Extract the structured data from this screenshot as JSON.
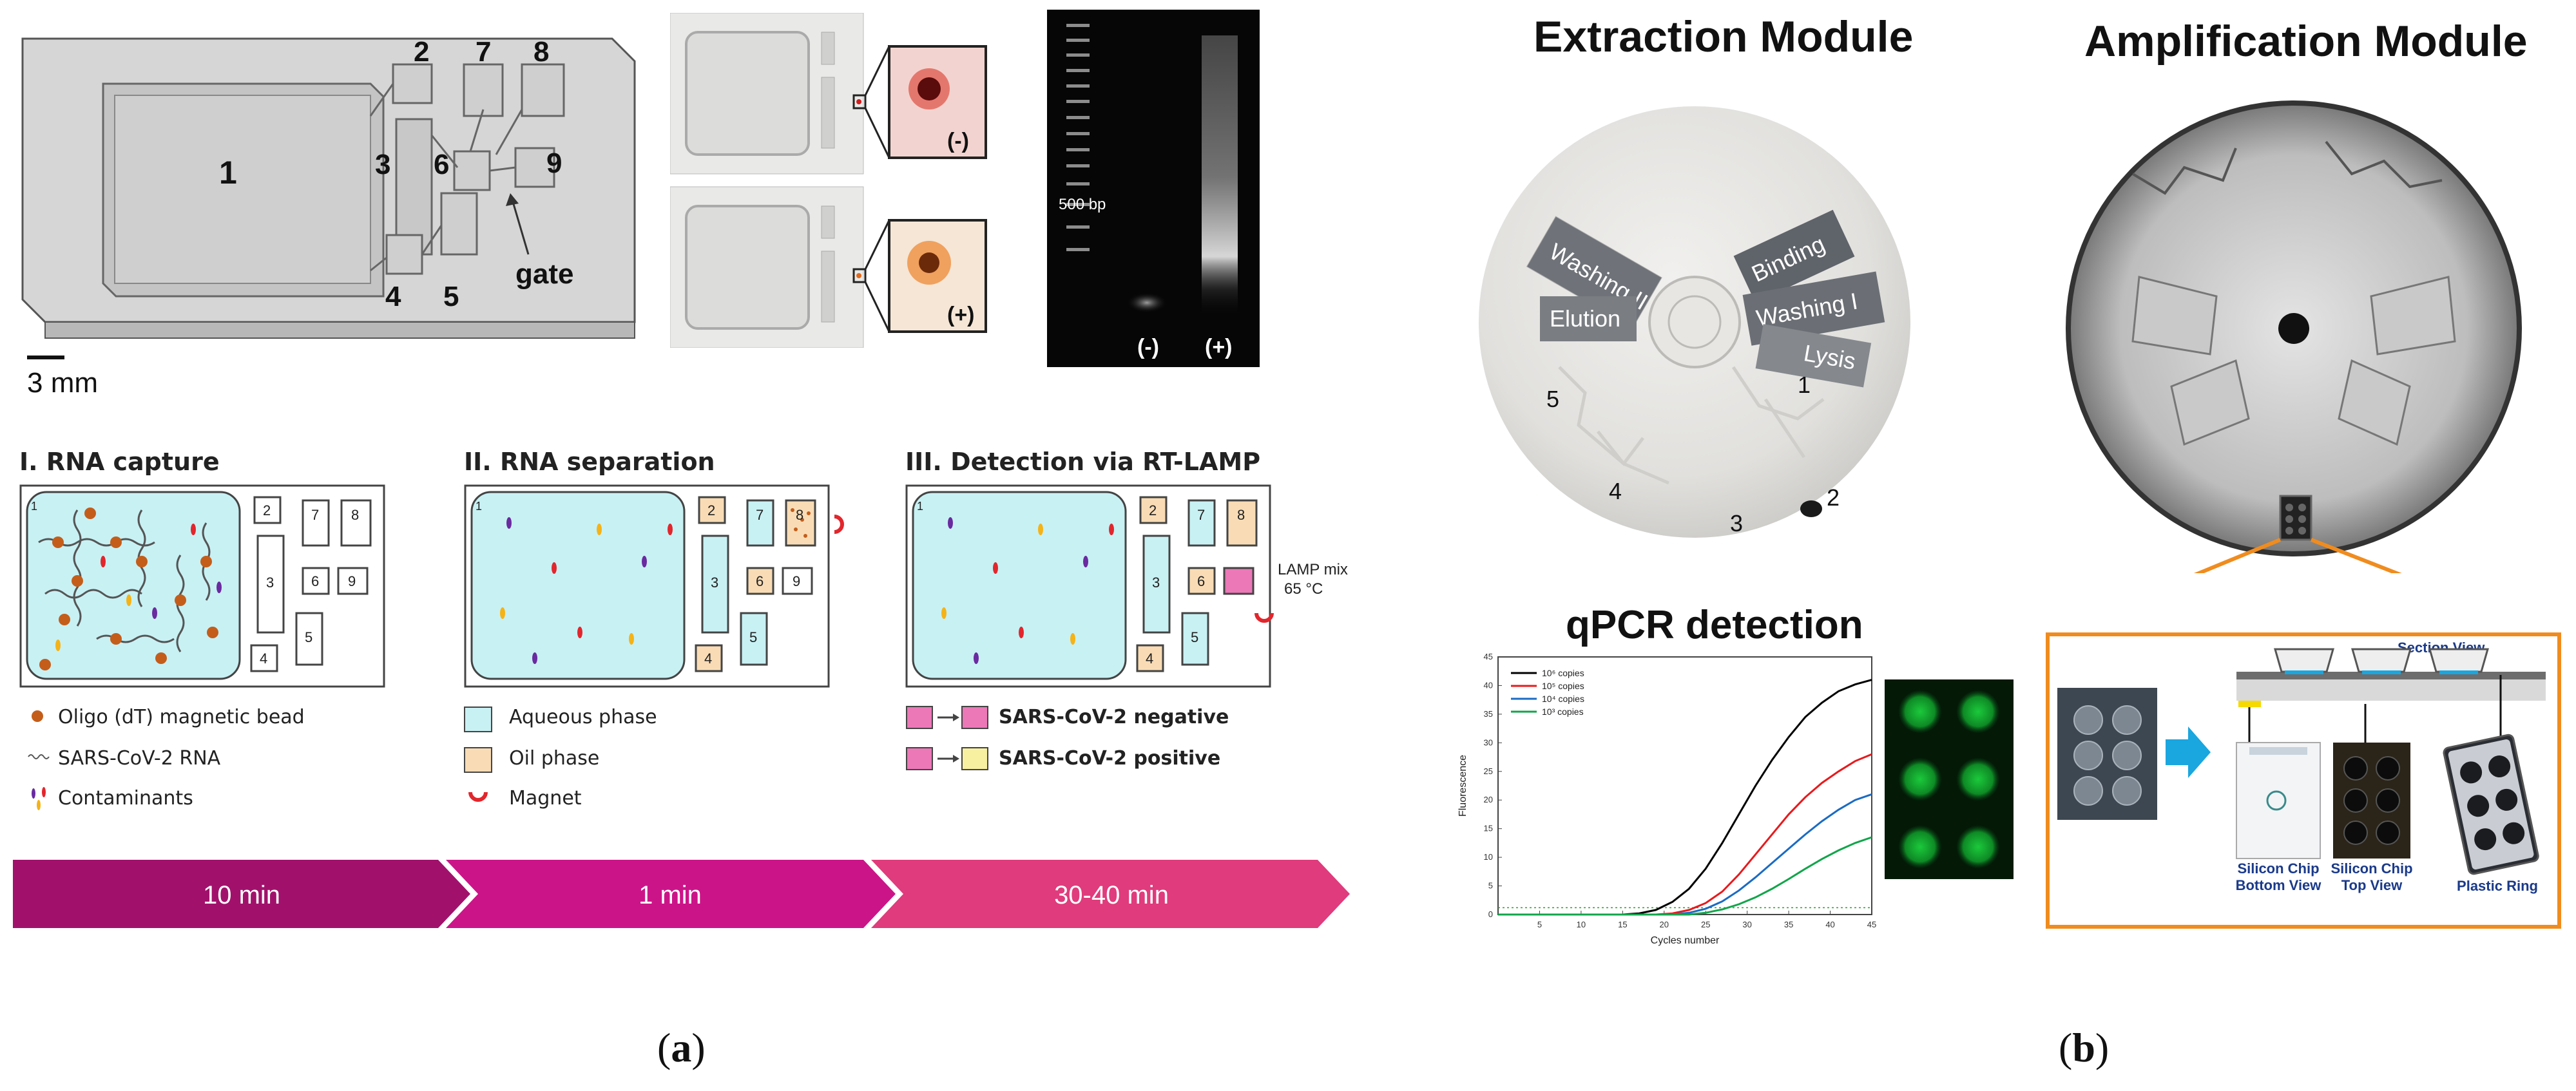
{
  "panel_a": {
    "chip_numbers": [
      "1",
      "2",
      "3",
      "4",
      "5",
      "6",
      "7",
      "8",
      "9"
    ],
    "gate_label": "gate",
    "scale_bar": "3 mm",
    "photo_labels": [
      "(-)",
      "(+)"
    ],
    "gel": {
      "marker": "500 bp",
      "lanes": [
        "(-)",
        "(+)"
      ]
    },
    "steps": [
      {
        "title": "I. RNA capture"
      },
      {
        "title": "II. RNA separation"
      },
      {
        "title": "III. Detection via RT-LAMP"
      }
    ],
    "lamp_label_1": "LAMP mix",
    "lamp_label_2": "65 °C",
    "legend": {
      "bead": "Oligo (dT) magnetic bead",
      "rna": "SARS-CoV-2 RNA",
      "contaminants": "Contaminants",
      "aqueous": "Aqueous phase",
      "oil": "Oil phase",
      "magnet": "Magnet",
      "negative": "SARS-CoV-2 negative",
      "positive": "SARS-CoV-2 positive"
    },
    "timeline": [
      "10 min",
      "1 min",
      "30-40 min"
    ],
    "label": "a"
  },
  "panel_b": {
    "extraction_title": "Extraction Module",
    "amplification_title": "Amplification Module",
    "disc_labels": {
      "washing2": "Washing II",
      "elution": "Elution",
      "binding": "Binding",
      "washing1": "Washing I",
      "lysis": "Lysis",
      "n1": "1",
      "n2": "2",
      "n3": "3",
      "n4": "4",
      "n5": "5"
    },
    "qpcr_title": "qPCR detection",
    "chip_labels": {
      "section_view": "Section View",
      "bottom_view": [
        "Silicon Chip",
        "Bottom View"
      ],
      "top_view": [
        "Silicon Chip",
        "Top View"
      ],
      "plastic_ring": "Plastic Ring"
    },
    "label": "b"
  },
  "colors": {
    "aqueous": "#c8f1f4",
    "oil": "#f9dcb5",
    "negative": "#ec78b8",
    "positive": "#f7f0a0",
    "timeline": [
      "#a1116c",
      "#cc1489",
      "#e03b7c"
    ],
    "orange_frame": "#f08c1e"
  },
  "chart_data": {
    "type": "line",
    "xlabel": "Cycles number",
    "ylabel": "Fluorescence",
    "xlim": [
      0,
      45
    ],
    "ylim": [
      0,
      45
    ],
    "xticks": [
      5,
      10,
      15,
      20,
      25,
      30,
      35,
      40,
      45
    ],
    "yticks": [
      0,
      5,
      10,
      15,
      20,
      25,
      30,
      35,
      40,
      45
    ],
    "x": [
      0,
      10,
      15,
      17,
      19,
      21,
      23,
      25,
      27,
      29,
      31,
      33,
      35,
      37,
      39,
      41,
      43,
      45
    ],
    "series": [
      {
        "name": "10⁶ copies",
        "color": "#000000",
        "values": [
          0,
          0,
          0,
          0.2,
          0.8,
          2.2,
          4.5,
          8,
          12.5,
          17.5,
          22.5,
          27,
          31,
          34.5,
          37,
          39,
          40.2,
          41
        ]
      },
      {
        "name": "10⁵ copies",
        "color": "#e8191c",
        "values": [
          0,
          0,
          0,
          0,
          0,
          0.2,
          0.8,
          2,
          4,
          7,
          10.5,
          14,
          17.5,
          20.5,
          23,
          25,
          26.8,
          28
        ]
      },
      {
        "name": "10⁴ copies",
        "color": "#1a6bc4",
        "values": [
          0,
          0,
          0,
          0,
          0,
          0,
          0.3,
          1,
          2.3,
          4.2,
          6.5,
          9,
          11.5,
          14,
          16.3,
          18.3,
          20,
          21
        ]
      },
      {
        "name": "10³ copies",
        "color": "#11a54a",
        "values": [
          0,
          0,
          0,
          0,
          0,
          0,
          0,
          0.3,
          0.9,
          1.8,
          3,
          4.5,
          6.2,
          8,
          9.7,
          11.2,
          12.5,
          13.5
        ]
      }
    ]
  }
}
